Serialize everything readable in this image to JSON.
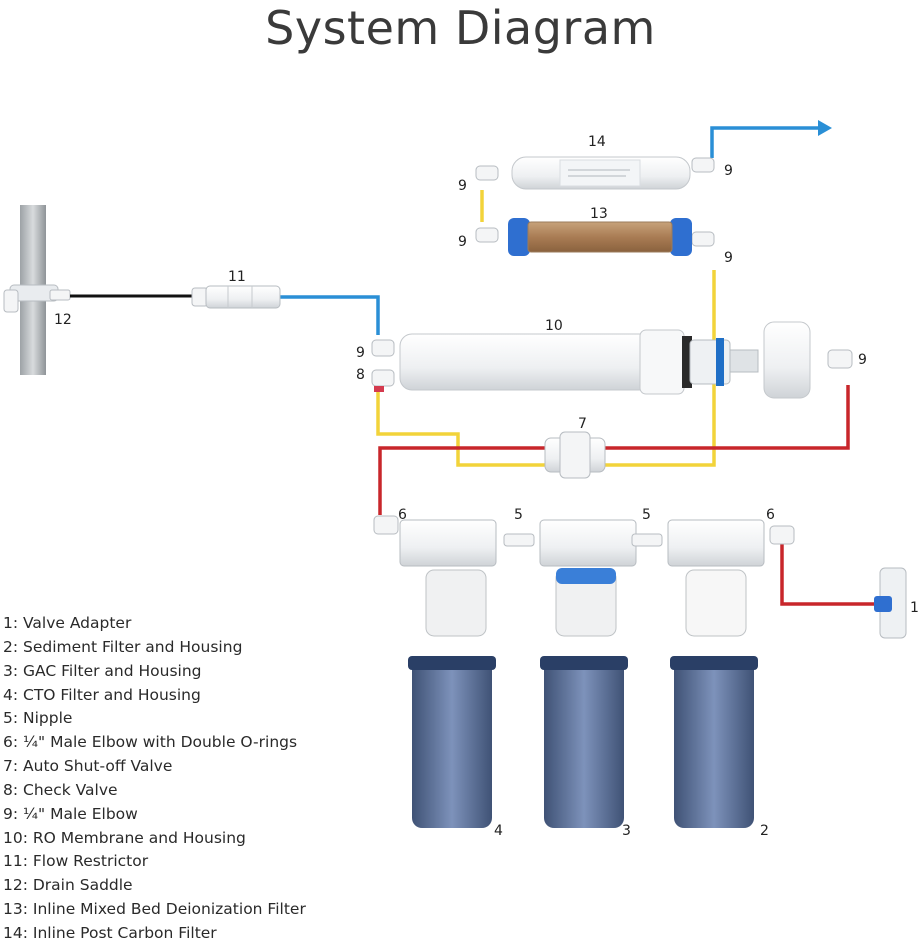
{
  "title": "System Diagram",
  "colors": {
    "blue_line": "#2a8fd6",
    "yellow_line": "#f2d33a",
    "red_line": "#c8262b",
    "black_line": "#111111"
  },
  "callouts": {
    "c1": "1",
    "c2": "2",
    "c3": "3",
    "c4": "4",
    "c5a": "5",
    "c5b": "5",
    "c6a": "6",
    "c6b": "6",
    "c7": "7",
    "c8": "8",
    "c9a": "9",
    "c9b": "9",
    "c9c": "9",
    "c9d": "9",
    "c9e": "9",
    "c9f": "9",
    "c10": "10",
    "c11": "11",
    "c12": "12",
    "c13": "13",
    "c14": "14"
  },
  "legend": [
    "1:  Valve Adapter",
    "2:  Sediment Filter and Housing",
    "3:  GAC Filter and Housing",
    "4:  CTO Filter and Housing",
    "5:  Nipple",
    "6:  ¼\" Male Elbow with Double O-rings",
    "7:  Auto Shut-off Valve",
    "8:  Check Valve",
    "9:  ¼\" Male Elbow",
    "10: RO Membrane and Housing",
    "11:  Flow Restrictor",
    "12: Drain Saddle",
    "13: Inline Mixed Bed Deionization Filter",
    "14: Inline Post Carbon Filter"
  ]
}
